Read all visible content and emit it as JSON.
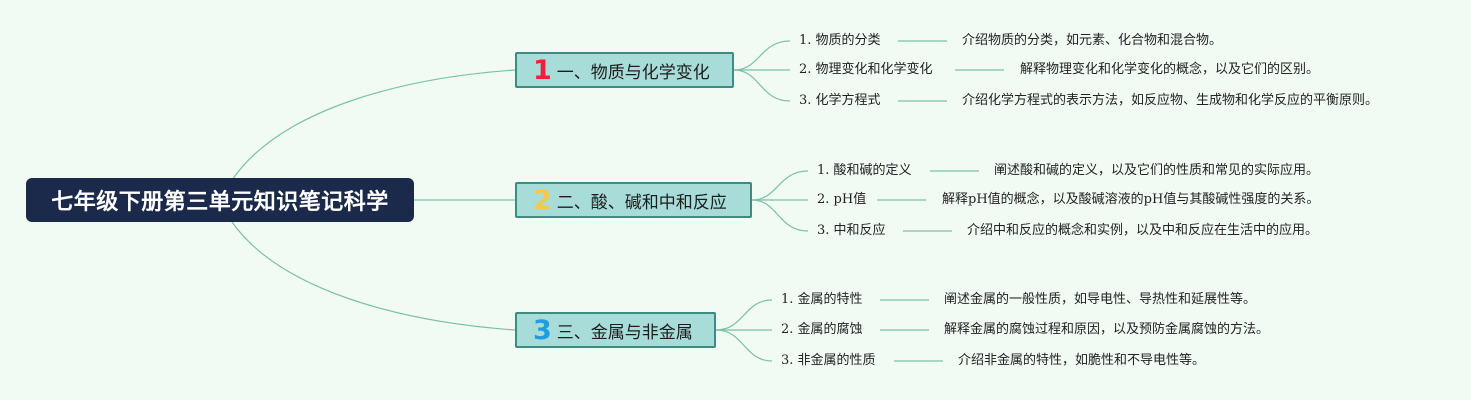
{
  "root": {
    "title": "七年级下册第三单元知识笔记科学"
  },
  "colors": {
    "background": "#f1fbf3",
    "root_fill": "#1b2a4a",
    "topic_fill": "#a7dcd9",
    "topic_border": "#3e8c80",
    "line": "#7cc0a8",
    "number_colors": [
      "#e8233a",
      "#f2c94c",
      "#1e9ee0"
    ]
  },
  "topics": [
    {
      "number": "1",
      "title": "一、物质与化学变化",
      "items": [
        {
          "label": "1. 物质的分类",
          "description": "介绍物质的分类，如元素、化合物和混合物。"
        },
        {
          "label": "2. 物理变化和化学变化",
          "description": "解释物理变化和化学变化的概念，以及它们的区别。"
        },
        {
          "label": "3. 化学方程式",
          "description": "介绍化学方程式的表示方法，如反应物、生成物和化学反应的平衡原则。"
        }
      ]
    },
    {
      "number": "2",
      "title": "二、酸、碱和中和反应",
      "items": [
        {
          "label": "1. 酸和碱的定义",
          "description": "阐述酸和碱的定义，以及它们的性质和常见的实际应用。"
        },
        {
          "label": "2. pH值",
          "description": "解释pH值的概念，以及酸碱溶液的pH值与其酸碱性强度的关系。"
        },
        {
          "label": "3. 中和反应",
          "description": "介绍中和反应的概念和实例，以及中和反应在生活中的应用。"
        }
      ]
    },
    {
      "number": "3",
      "title": "三、金属与非金属",
      "items": [
        {
          "label": "1. 金属的特性",
          "description": "阐述金属的一般性质，如导电性、导热性和延展性等。"
        },
        {
          "label": "2. 金属的腐蚀",
          "description": "解释金属的腐蚀过程和原因，以及预防金属腐蚀的方法。"
        },
        {
          "label": "3. 非金属的性质",
          "description": "介绍非金属的特性，如脆性和不导电性等。"
        }
      ]
    }
  ]
}
